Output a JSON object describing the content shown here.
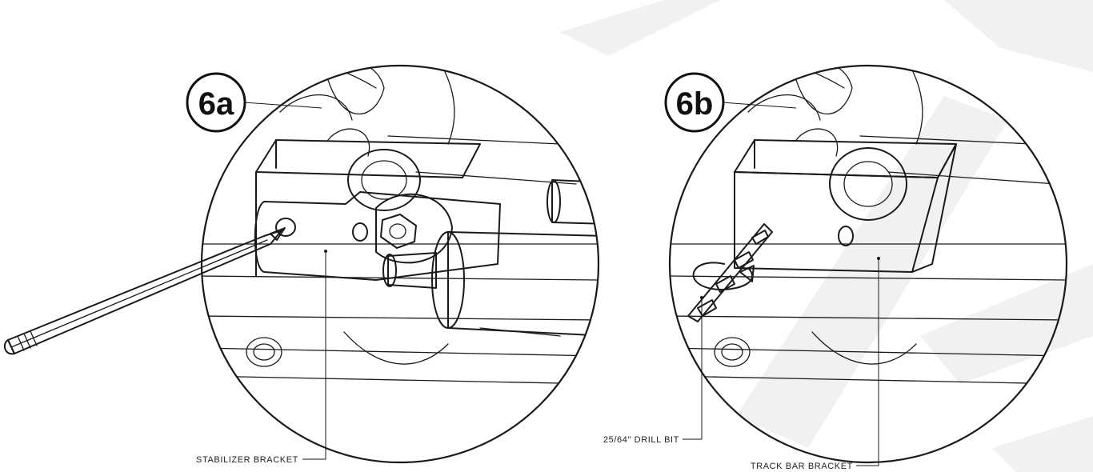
{
  "colors": {
    "line": "#1a1a1a",
    "bracket_fill": "#d6d6d6",
    "watermark": "#f1f1f1",
    "background": "#ffffff"
  },
  "panels": [
    {
      "id": "6a",
      "badge": "6a",
      "callouts": [
        {
          "text": "STABILIZER BRACKET"
        }
      ]
    },
    {
      "id": "6b",
      "badge": "6b",
      "callouts": [
        {
          "text": "25/64\" DRILL BIT"
        },
        {
          "text": "TRACK BAR BRACKET"
        }
      ]
    }
  ]
}
